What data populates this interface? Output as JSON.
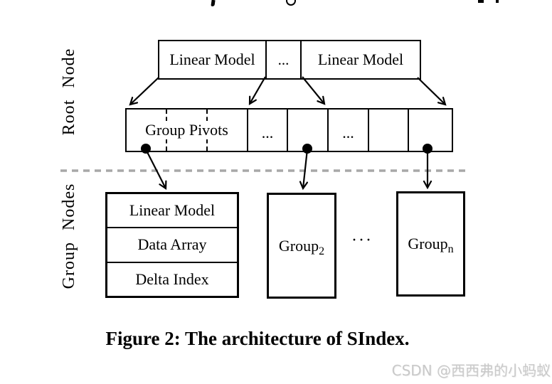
{
  "labels": {
    "root_node": "Root Node",
    "group_nodes": "Group Nodes"
  },
  "root_node": {
    "linear_models": {
      "cell_1": "Linear Model",
      "ellipsis": "...",
      "cell_2": "Linear Model"
    },
    "pivot_array": {
      "label": "Group Pivots",
      "ellipsis_1": "...",
      "ellipsis_2": "..."
    }
  },
  "group_nodes": {
    "group_1_rows": [
      "Linear Model",
      "Data Array",
      "Delta Index"
    ],
    "group_2": {
      "base": "Group",
      "subscript": "2"
    },
    "between_ellipsis": "···",
    "group_n": {
      "base": "Group",
      "subscript": "n"
    }
  },
  "caption": "Figure 2: The architecture of SIndex.",
  "watermark": "CSDN @西西弗的小蚂蚁",
  "colors": {
    "ink": "#000000",
    "separator_dashed": "#a8a8a8",
    "watermark_gray": "#c9c9c9"
  }
}
